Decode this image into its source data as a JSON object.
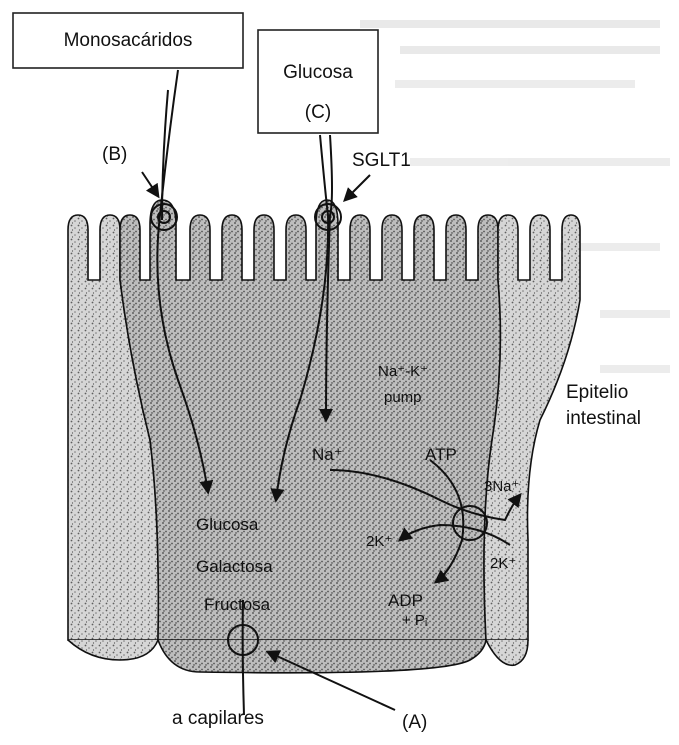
{
  "boxes": {
    "monosacaridos": "Monosacáridos",
    "glucosa": "Glucosa"
  },
  "labels": {
    "b": "(B)",
    "c": "(C)",
    "sglt1": "SGLT1",
    "pump_line1": "Na⁺-K⁺",
    "pump_line2": "pump",
    "na": "Na⁺",
    "atp": "ATP",
    "three_na": "3Na⁺",
    "two_k_left": "2K⁺",
    "two_k_right": "2K⁺",
    "adp": "ADP",
    "pi": "+ Pᵢ",
    "epitelio_line1": "Epitelio",
    "epitelio_line2": "intestinal",
    "a": "(A)",
    "a_capilares": "a capilares"
  },
  "cell_sugars": [
    "Glucosa",
    "Galactosa",
    "Fructosa"
  ],
  "colors": {
    "ink": "#111111",
    "stipple": "#6b6b6b",
    "background_text": "#b9b9b9"
  }
}
